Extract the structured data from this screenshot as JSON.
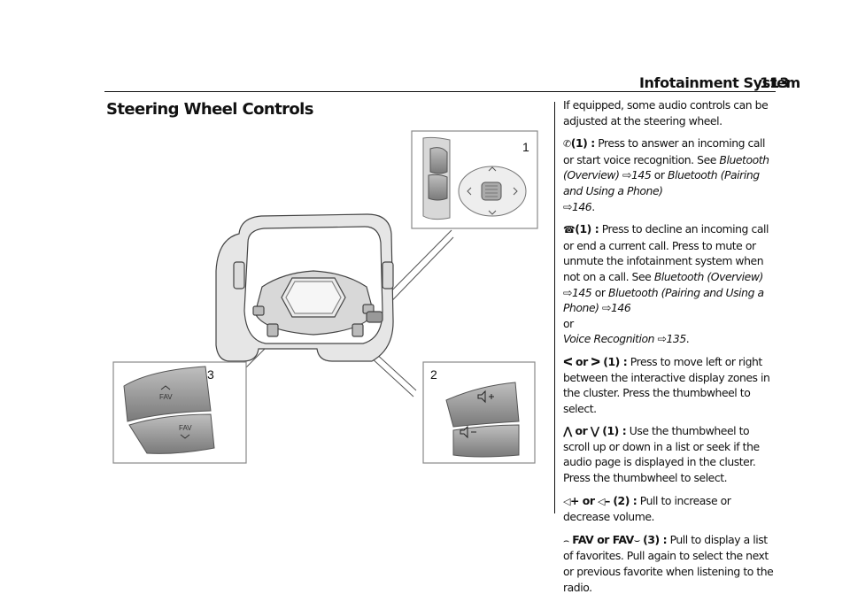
{
  "header": {
    "section": "Infotainment System",
    "page_number": "113"
  },
  "title": "Steering Wheel Controls",
  "figure": {
    "callout_1": "1",
    "callout_2": "2",
    "callout_3": "3",
    "fav": "FAV"
  },
  "intro": "If equipped, some audio controls can be adjusted at the steering wheel.",
  "items": {
    "answer": {
      "label": "(1) :",
      "text": "Press to answer an incoming call or start voice recognition. See",
      "link1": "Bluetooth (Overview)",
      "page1": "145",
      "or": "or",
      "link2": "Bluetooth (Pairing and Using a Phone)",
      "page2": "146",
      "end": "."
    },
    "decline": {
      "label": "(1) :",
      "text": "Press to decline an incoming call or end a current call. Press to mute or unmute the infotainment system when not on a call. See",
      "link1": "Bluetooth (Overview)",
      "page1": "145",
      "or1": "or",
      "link2": "Bluetooth (Pairing and Using a Phone)",
      "page2": "146",
      "or2": "or",
      "link3": "Voice Recognition",
      "page3": "135",
      "end": "."
    },
    "leftright": {
      "or": "or",
      "label": "(1) :",
      "text": "Press to move left or right between the interactive display zones in the cluster. Press the thumbwheel to select."
    },
    "updown": {
      "or": "or",
      "label": "(1) :",
      "text": "Use the thumbwheel to scroll up or down in a list or seek if the audio page is displayed in the cluster. Press the thumbwheel to select."
    },
    "volume": {
      "plus": "+ or",
      "minus": "–",
      "label": "(2) :",
      "text": "Pull to increase or decrease volume."
    },
    "fav": {
      "fav_or": "FAV or FAV",
      "label": "(3) :",
      "text": "Pull to display a list of favorites. Pull again to select the next or previous favorite when listening to the radio."
    }
  },
  "icons": {
    "page_ref": "⇨",
    "left": "ᐸ",
    "right": "ᐳ",
    "up": "⋀",
    "down": "⋁"
  }
}
